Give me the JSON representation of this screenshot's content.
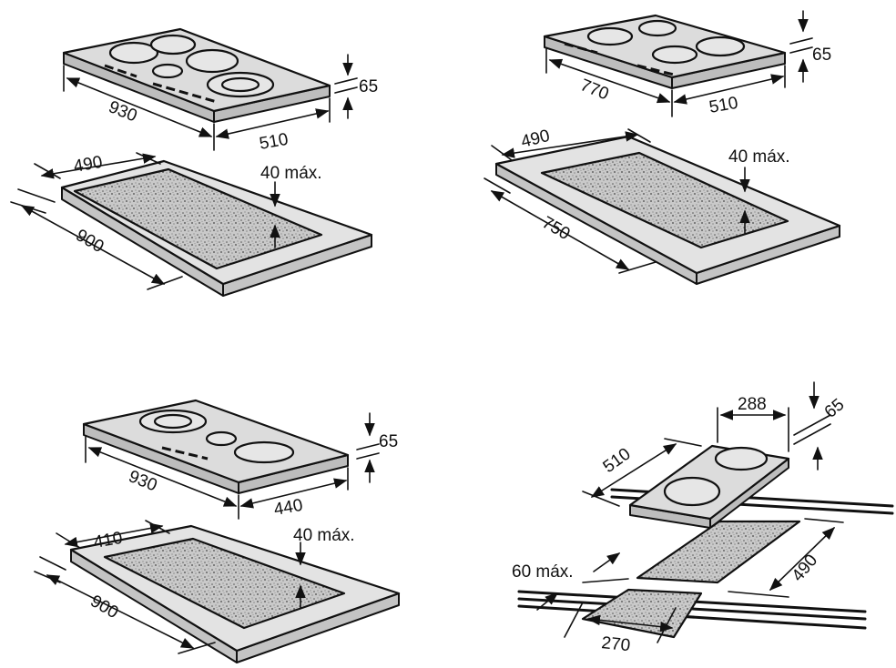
{
  "diagrams": {
    "top_left": {
      "hob_width": "930",
      "hob_depth": "510",
      "hob_height": "65",
      "cutout_depth": "490",
      "cutout_width": "900",
      "min_clearance": "40 máx."
    },
    "top_right": {
      "hob_width": "770",
      "hob_depth": "510",
      "hob_height": "65",
      "cutout_depth": "490",
      "cutout_width": "750",
      "min_clearance": "40 máx."
    },
    "bottom_left": {
      "hob_width": "930",
      "hob_depth": "440",
      "hob_height": "65",
      "cutout_depth": "410",
      "cutout_width": "900",
      "min_clearance": "40 máx."
    },
    "bottom_right": {
      "hob_width": "288",
      "hob_depth": "510",
      "hob_height": "65",
      "cutout_depth": "490",
      "cutout_width": "270",
      "max_offset": "60 máx."
    }
  }
}
